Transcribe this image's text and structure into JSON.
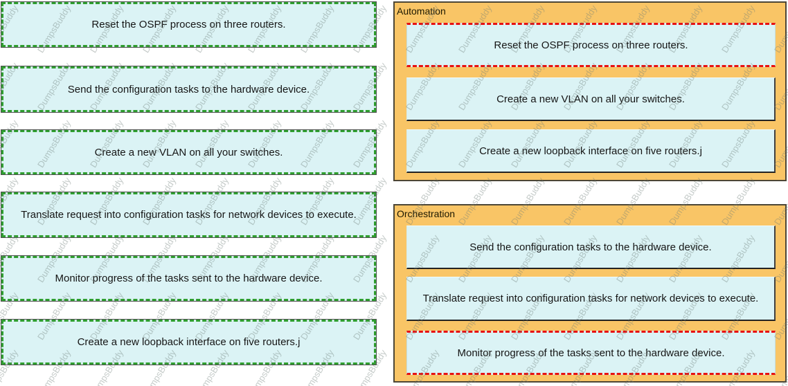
{
  "watermark": {
    "text": "DumpsBuddy"
  },
  "colors": {
    "item_background": "#dbf3f5",
    "source_dash_green": "#2f9e2f",
    "highlight_dash_red": "#e81111",
    "container_background": "#f9c566",
    "container_border": "#4c4636"
  },
  "source_items": [
    {
      "label": "Reset the OSPF process on three routers."
    },
    {
      "label": "Send the configuration tasks to the hardware device."
    },
    {
      "label": "Create a new VLAN on all your switches."
    },
    {
      "label": "Translate request into configuration tasks for network devices to execute."
    },
    {
      "label": "Monitor progress of the tasks sent to the hardware device."
    },
    {
      "label": "Create a new loopback interface on five routers.j"
    }
  ],
  "targets": [
    {
      "label": "Automation",
      "items": [
        {
          "label": "Reset the OSPF process on three routers.",
          "highlighted": true
        },
        {
          "label": "Create a new VLAN on all your switches.",
          "highlighted": false
        },
        {
          "label": "Create a new loopback interface on five routers.j",
          "highlighted": false
        }
      ]
    },
    {
      "label": "Orchestration",
      "items": [
        {
          "label": "Send the configuration tasks to the hardware device.",
          "highlighted": false
        },
        {
          "label": "Translate request into configuration tasks for network devices to execute.",
          "highlighted": false
        },
        {
          "label": "Monitor progress of the tasks sent to the hardware device.",
          "highlighted": true
        }
      ]
    }
  ]
}
